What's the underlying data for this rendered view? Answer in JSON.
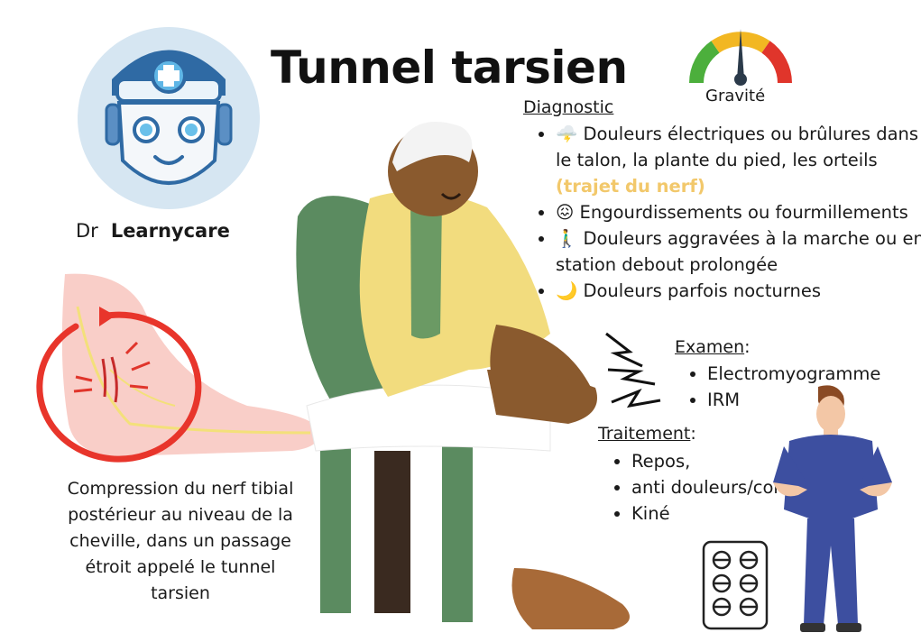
{
  "title": "Tunnel tarsien",
  "doctor": {
    "prefix": "Dr",
    "name": "Learnycare"
  },
  "gauge": {
    "label": "Gravité",
    "level": 0.55,
    "colors": [
      "#4caf3c",
      "#f2b722",
      "#e0352b"
    ]
  },
  "diagnostic": {
    "heading": "Diagnostic",
    "items": [
      {
        "icon": "🌩️",
        "text": "Douleurs électriques ou brûlures dans le talon, la plante du pied, les orteils",
        "highlight": "(trajet du nerf)"
      },
      {
        "icon": "😖",
        "text": "Engourdissements ou fourmillements"
      },
      {
        "icon": "🚶‍♂️",
        "text": "Douleurs aggravées à la marche ou en station debout prolongée"
      },
      {
        "icon": "🌙",
        "text": "Douleurs parfois nocturnes"
      }
    ]
  },
  "examen": {
    "heading": "Examen",
    "items": [
      "Electromyogramme",
      "IRM"
    ]
  },
  "traitement": {
    "heading": "Traitement",
    "items": [
      "Repos,",
      "anti douleurs/cortisone",
      "Kiné"
    ]
  },
  "caption": "Compression du nerf tibial postérieur au niveau de la cheville, dans un passage étroit appelé le tunnel tarsien"
}
